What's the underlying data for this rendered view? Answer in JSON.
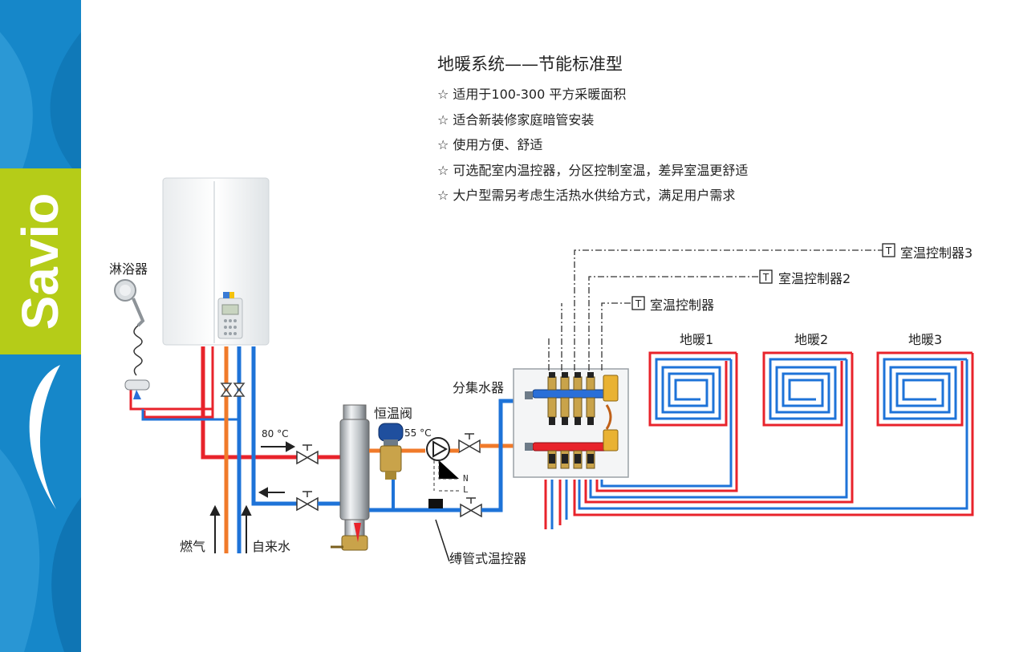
{
  "brand": {
    "name": "Savio",
    "colors": {
      "blue": "#1687c9",
      "green": "#b5cc18"
    }
  },
  "title": "地暖系统——节能标准型",
  "features": [
    "☆ 适用于100-300 平方采暖面积",
    "☆ 适合新装修家庭暗管安装",
    "☆ 使用方便、舒适",
    "☆ 可选配室内温控器，分区控制室温，差异室温更舒适",
    "☆ 大户型需另考虑生活热水供给方式，满足用户需求"
  ],
  "labels": {
    "shower": "淋浴器",
    "gas": "燃气",
    "tap_water": "自来水",
    "supply_temp": "80 °C",
    "thermostatic_valve": "恒温阀",
    "valve_temp": "55 °C",
    "manifold": "分集水器",
    "strap_thermostat": "缚管式温控器",
    "neutral": "N",
    "live": "L"
  },
  "controllers": [
    "室温控制器",
    "室温控制器2",
    "室温控制器3"
  ],
  "controller_icon": "T",
  "zones": [
    "地暖1",
    "地暖2",
    "地暖3"
  ],
  "colors": {
    "hot": "#e8232b",
    "cold": "#1e73d8",
    "warm": "#f07a2a",
    "gas": "#f07a2a"
  }
}
